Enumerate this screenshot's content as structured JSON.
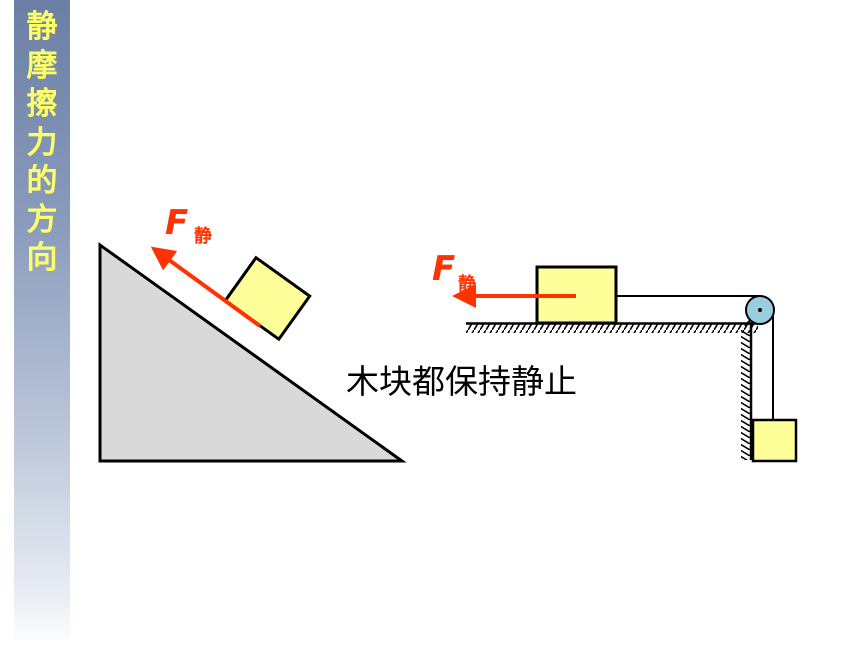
{
  "sidebar": {
    "title_chars": [
      "静",
      "摩",
      "擦",
      "力",
      "的",
      "方",
      "向"
    ]
  },
  "left_figure": {
    "force_symbol": "F",
    "force_subscript": "静"
  },
  "right_figure": {
    "force_symbol": "F",
    "force_subscript": "静"
  },
  "caption": "木块都保持静止",
  "colors": {
    "sidebar_top": "#6b7fa5",
    "sidebar_text": "#ffff66",
    "force_arrow": "#ff3300",
    "block_fill": "#ffff99",
    "incline_fill": "#d9d9d9",
    "pulley_fill": "#99ccdd"
  }
}
